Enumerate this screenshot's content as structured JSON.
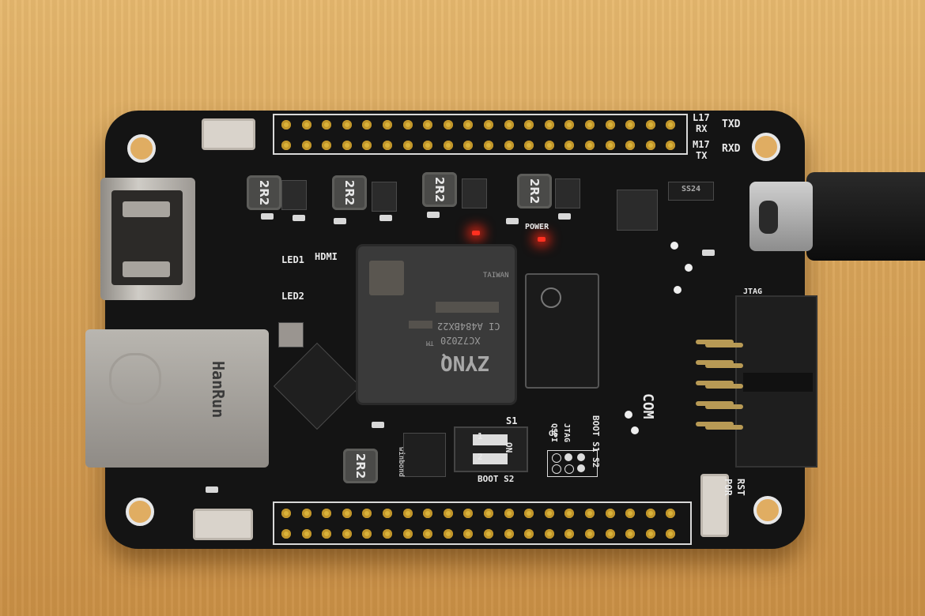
{
  "board": {
    "header_top_labels": [
      "L17",
      "RX",
      "M17",
      "TX",
      "TXD",
      "RXD"
    ],
    "inductor_label": "2R2",
    "led_labels": [
      "LED1",
      "LED2"
    ],
    "hdmi_label": "HDMI",
    "power_label": "POWER",
    "soc": {
      "brand": "ZYNQ",
      "tm": "TM",
      "part": "XC7Z020",
      "code": "CI A484BX22",
      "origin": "TAIWAN"
    },
    "eth_brand": "HanRun",
    "diode_label": "SS24",
    "switch_labels": {
      "s1": "S1",
      "on": "ON",
      "one": "1",
      "two": "2",
      "boot": "BOOT S2"
    },
    "boot_table": {
      "cols": [
        "SD",
        "QSPI",
        "JTAG"
      ],
      "header": "BOOT S1 S2"
    },
    "flash_brand": "winbond",
    "vertical_text": "COM",
    "reset_labels": [
      "POR",
      "RST"
    ],
    "jtag_label": "JTAG"
  }
}
